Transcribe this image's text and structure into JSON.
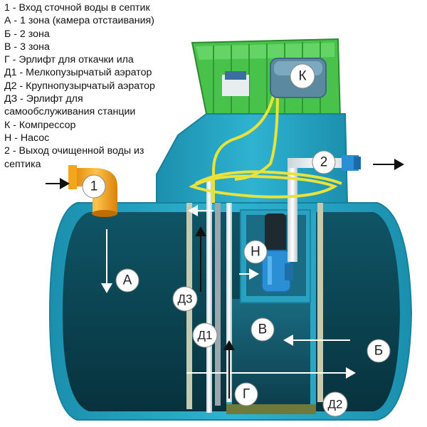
{
  "legend": [
    "1 - Вход сточной воды в септик",
    "А - 1 зона (камера отстаивания)",
    "Б - 2 зона",
    "В - 3 зона",
    "Г - Эрлифт для откачки ила",
    "Д1 - Мелкопузырчатый аэратор",
    "Д2 - Крупнопузырчатый аэратор",
    "ДЗ - Эрлифт для",
    "самообслуживания станции",
    "К - Компрессор",
    "Н - Насос",
    "2 - Выход очищенной воды из",
    "септика"
  ],
  "labels": {
    "inlet": "1",
    "outlet": "2",
    "compressor": "К",
    "pump": "Н",
    "zone_a": "А",
    "zone_b": "Б",
    "zone_v": "В",
    "airlift_sludge": "Г",
    "aerator_fine": "Д1",
    "aerator_coarse": "Д2",
    "airlift_self": "Д3"
  },
  "colors": {
    "tank_body": "#27a7c4",
    "water": "#0c4656",
    "lid": "#3dbb3f",
    "inlet_pipe": "#f3a51b",
    "air_hose": "#e8e23a",
    "pump": "#2a8fd4",
    "compressor": "#5b8aa0",
    "sludge": "#6f7a3a"
  }
}
